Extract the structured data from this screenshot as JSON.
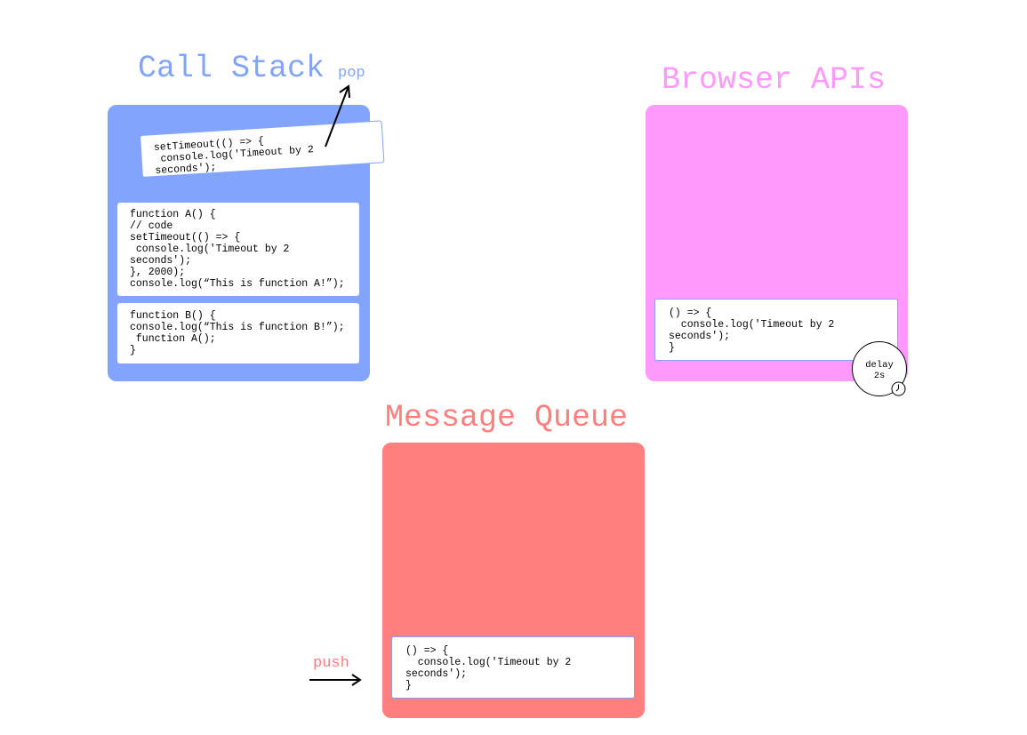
{
  "call_stack": {
    "title": "Call Stack",
    "pop_label": "pop",
    "popping_card": "setTimeout(() => {\n console.log('Timeout by 2\nseconds');",
    "cards": [
      "function A() {\n// code\nsetTimeout(() => {\n console.log('Timeout by 2\nseconds');\n}, 2000);\nconsole.log(“This is function A!”);",
      "function B() {\nconsole.log(“This is function B!”);\n function A();\n}"
    ]
  },
  "browser_apis": {
    "title": "Browser APIs",
    "card": "() => {\n  console.log('Timeout by 2\nseconds');\n}",
    "timer_label": "delay\n2s",
    "timer_icon": "clock-icon"
  },
  "message_queue": {
    "title": "Message Queue",
    "push_label": "push",
    "card": "() => {\n  console.log('Timeout by 2\nseconds');\n}"
  },
  "colors": {
    "call_stack": "#82a4fc",
    "browser_apis": "#ff9afc",
    "message_queue": "#ff7f7f"
  }
}
